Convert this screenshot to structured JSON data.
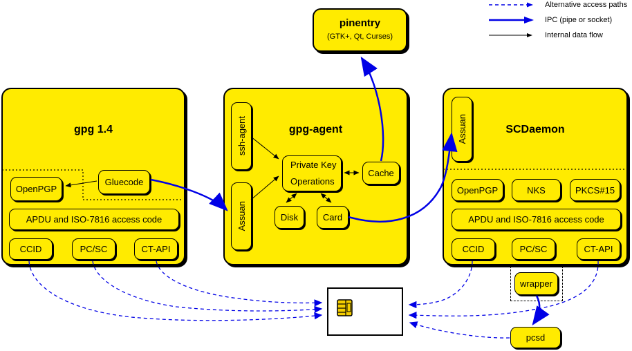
{
  "legend": {
    "items": [
      {
        "label": "Alternative access paths",
        "style": "dashed-blue-arrow"
      },
      {
        "label": "IPC (pipe or socket)",
        "style": "thick-blue-arrow"
      },
      {
        "label": "Internal data flow",
        "style": "thin-black-arrow"
      }
    ]
  },
  "pinentry": {
    "title": "pinentry",
    "subtitle": "(GTK+, Qt, Curses)"
  },
  "gpg14": {
    "title": "gpg 1.4",
    "gluecode": "Gluecode",
    "openpgp": "OpenPGP",
    "apdu": "APDU and ISO-7816 access code",
    "ccid": "CCID",
    "pcsc": "PC/SC",
    "ctapi": "CT-API"
  },
  "gpg_agent": {
    "title": "gpg-agent",
    "ssh_agent": "ssh-agent",
    "assuan": "Assuan",
    "pko_line1": "Private Key",
    "pko_line2": "Operations",
    "cache": "Cache",
    "disk": "Disk",
    "card": "Card"
  },
  "scdaemon": {
    "title": "SCDaemon",
    "assuan": "Assuan",
    "openpgp": "OpenPGP",
    "nks": "NKS",
    "pkcs15": "PKCS#15",
    "apdu": "APDU and ISO-7816 access code",
    "ccid": "CCID",
    "pcsc": "PC/SC",
    "ctapi": "CT-API"
  },
  "wrapper": {
    "label": "wrapper"
  },
  "pcsd": {
    "label": "pcsd"
  },
  "colors": {
    "box_fill": "#FFEB00",
    "ipc_blue": "#0000E6",
    "line_black": "#000000",
    "chip_gold": "#F5CE00",
    "card_fill": "#FFFFFF"
  }
}
